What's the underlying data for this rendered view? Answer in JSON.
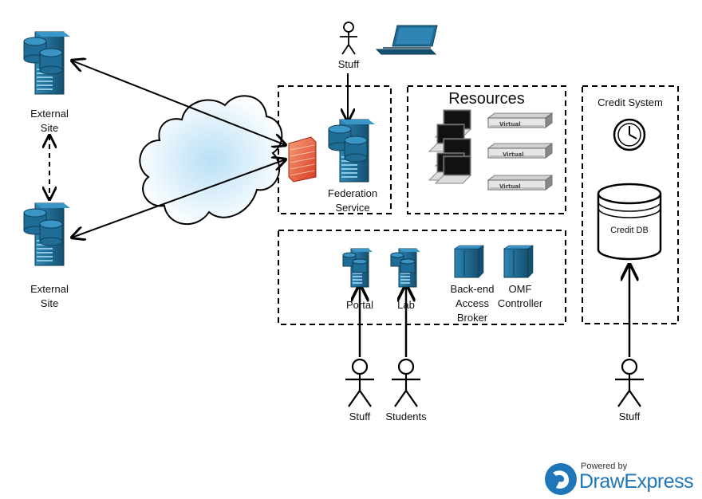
{
  "colors": {
    "server_dark": "#14506f",
    "server_mid": "#1f6d96",
    "server_light": "#2f86b5",
    "cloud_center": "#bfe3f7",
    "firewall": "#e8533b",
    "brand_blue": "#1f76b8",
    "line": "#000000"
  },
  "labels": {
    "external_site_top": [
      "External",
      "Site"
    ],
    "external_site_bottom": [
      "External",
      "Site"
    ],
    "stuff_top": "Stuff",
    "federation": [
      "Federation",
      "Service"
    ],
    "resources": "Resources",
    "virtual": "Virtual",
    "credit_system": "Credit System",
    "credit_db": "Credit DB",
    "portal": "Portal",
    "lab": "Lab",
    "backend": [
      "Back-end",
      "Access",
      "Broker"
    ],
    "omf": [
      "OMF",
      "Controller"
    ],
    "stuff_bottom_left": "Stuff",
    "students": "Students",
    "stuff_bottom_right": "Stuff"
  },
  "watermark": {
    "powered_by": "Powered by",
    "brand": "DrawExpress"
  }
}
